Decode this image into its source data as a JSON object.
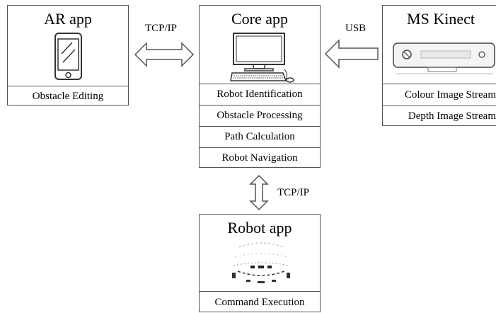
{
  "ar_app": {
    "title": "AR app",
    "items": [
      "Obstacle Editing"
    ]
  },
  "core_app": {
    "title": "Core app",
    "items": [
      "Robot Identification",
      "Obstacle Processing",
      "Path Calculation",
      "Robot Navigation"
    ]
  },
  "kinect": {
    "title": "MS Kinect",
    "items": [
      "Colour Image Stream",
      "Depth Image Stream"
    ]
  },
  "robot_app": {
    "title": "Robot app",
    "items": [
      "Command Execution"
    ]
  },
  "links": {
    "ar_core": "TCP/IP",
    "kinect_core": "USB",
    "core_robot": "TCP/IP"
  },
  "colors": {
    "border": "#555555",
    "arrow": "#555555"
  }
}
